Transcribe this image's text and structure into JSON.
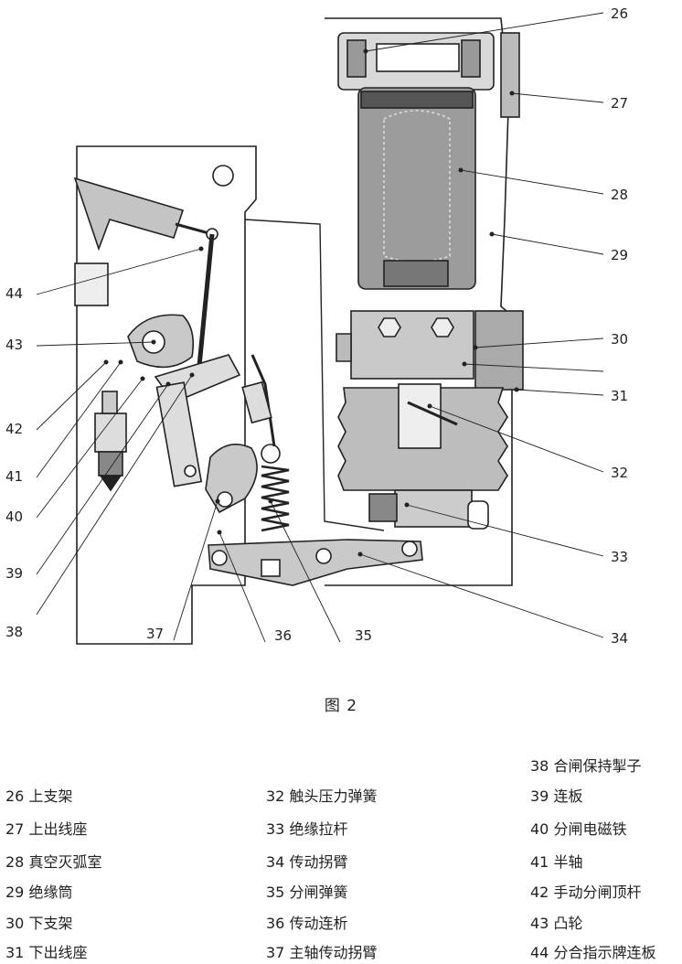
{
  "figure": {
    "caption": "图 2",
    "callouts": [
      "26",
      "27",
      "28",
      "29",
      "30",
      "31",
      "32",
      "33",
      "34",
      "35",
      "36",
      "37",
      "38",
      "39",
      "40",
      "41",
      "42",
      "43",
      "44"
    ]
  },
  "legend": {
    "col1": [
      "26 上支架",
      "27 上出线座",
      "28 真空灭弧室",
      "29 绝缘筒",
      "30 下支架",
      "31 下出线座"
    ],
    "col2": [
      "32 触头压力弹簧",
      "33 绝缘拉杆",
      "34 传动拐臂",
      "35 分闸弹簧",
      "36 传动连析",
      "37 主轴传动拐臂"
    ],
    "col3": [
      "38 合闸保持掣子",
      "39 连板",
      "40 分闸电磁铁",
      "41 半轴",
      "42 手动分闸顶杆",
      "43 凸轮",
      "44 分合指示牌连板"
    ]
  }
}
